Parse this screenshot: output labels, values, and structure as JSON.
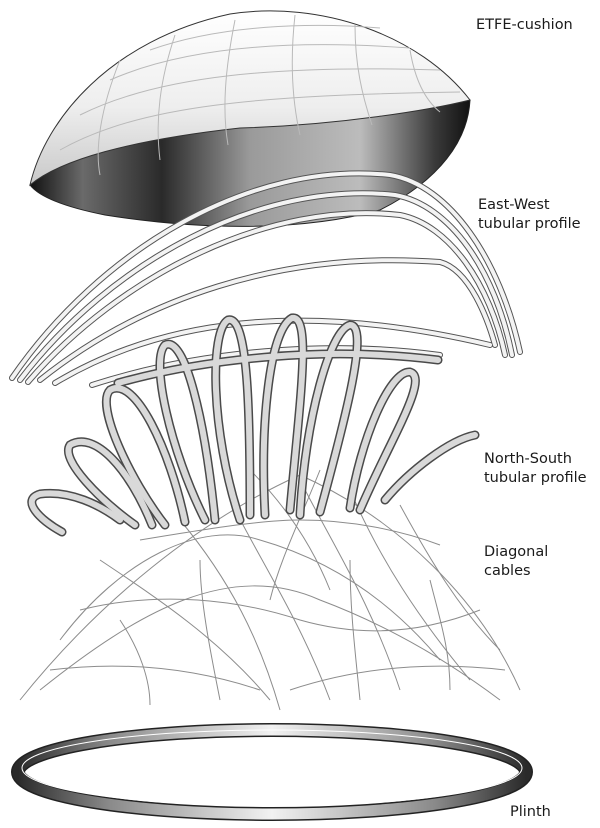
{
  "labels": {
    "etfe_cushion": "ETFE-cushion",
    "east_west": [
      "East-West",
      "tubular profile"
    ],
    "north_south": [
      "North-South",
      "tubular profile"
    ],
    "diagonal_cables": [
      "Diagonal",
      "cables"
    ],
    "plinth": "Plinth"
  },
  "colors": {
    "background": "#ffffff",
    "text": "#1a1a1a",
    "tube_light": "#f4f4f4",
    "tube_mid": "#c8c8c8",
    "tube_dark": "#555555",
    "cable": "#8c8c8c"
  }
}
